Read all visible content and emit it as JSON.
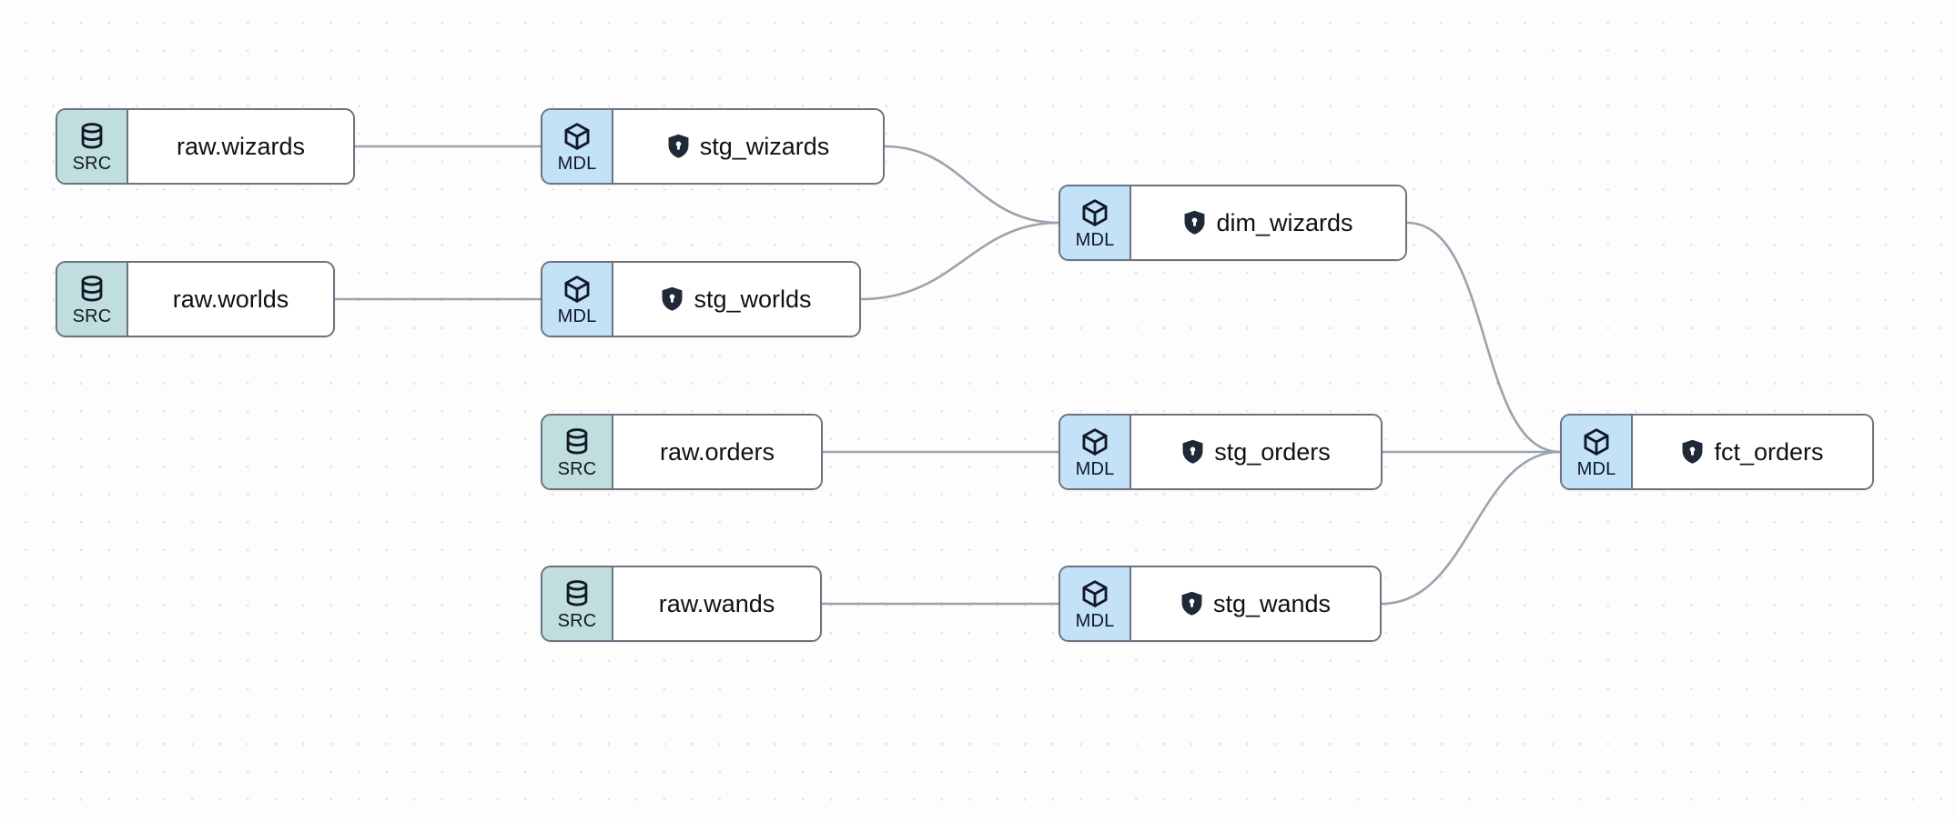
{
  "canvas": {
    "background_color": "#fdfdfd",
    "grid": "dot-grid",
    "grid_dot_color": "#e3e2e6"
  },
  "legend": {
    "source_kind": "SRC",
    "model_kind": "MDL",
    "source_badge_color": "#bfdedd",
    "model_badge_color": "#c3e1f7",
    "node_border_color": "#6b7280",
    "edge_color": "#9ba3ae"
  },
  "graph": {
    "type": "data-lineage",
    "nodes": [
      {
        "id": "raw_wizards",
        "kind": "SRC",
        "kind_icon": "database-icon",
        "label": "raw.wizards",
        "has_lock": false
      },
      {
        "id": "raw_worlds",
        "kind": "SRC",
        "kind_icon": "database-icon",
        "label": "raw.worlds",
        "has_lock": false
      },
      {
        "id": "raw_orders",
        "kind": "SRC",
        "kind_icon": "database-icon",
        "label": "raw.orders",
        "has_lock": false
      },
      {
        "id": "raw_wands",
        "kind": "SRC",
        "kind_icon": "database-icon",
        "label": "raw.wands",
        "has_lock": false
      },
      {
        "id": "stg_wizards",
        "kind": "MDL",
        "kind_icon": "cube-icon",
        "label": "stg_wizards",
        "has_lock": true,
        "lock_icon": "shield-lock-icon"
      },
      {
        "id": "stg_worlds",
        "kind": "MDL",
        "kind_icon": "cube-icon",
        "label": "stg_worlds",
        "has_lock": true,
        "lock_icon": "shield-lock-icon"
      },
      {
        "id": "stg_orders",
        "kind": "MDL",
        "kind_icon": "cube-icon",
        "label": "stg_orders",
        "has_lock": true,
        "lock_icon": "shield-lock-icon"
      },
      {
        "id": "stg_wands",
        "kind": "MDL",
        "kind_icon": "cube-icon",
        "label": "stg_wands",
        "has_lock": true,
        "lock_icon": "shield-lock-icon"
      },
      {
        "id": "dim_wizards",
        "kind": "MDL",
        "kind_icon": "cube-icon",
        "label": "dim_wizards",
        "has_lock": true,
        "lock_icon": "shield-lock-icon"
      },
      {
        "id": "fct_orders",
        "kind": "MDL",
        "kind_icon": "cube-icon",
        "label": "fct_orders",
        "has_lock": true,
        "lock_icon": "shield-lock-icon"
      }
    ],
    "edges": [
      {
        "from": "raw_wizards",
        "to": "stg_wizards"
      },
      {
        "from": "raw_worlds",
        "to": "stg_worlds"
      },
      {
        "from": "raw_orders",
        "to": "stg_orders"
      },
      {
        "from": "raw_wands",
        "to": "stg_wands"
      },
      {
        "from": "stg_wizards",
        "to": "dim_wizards"
      },
      {
        "from": "stg_worlds",
        "to": "dim_wizards"
      },
      {
        "from": "dim_wizards",
        "to": "fct_orders"
      },
      {
        "from": "stg_orders",
        "to": "fct_orders"
      },
      {
        "from": "stg_wands",
        "to": "fct_orders"
      }
    ]
  }
}
